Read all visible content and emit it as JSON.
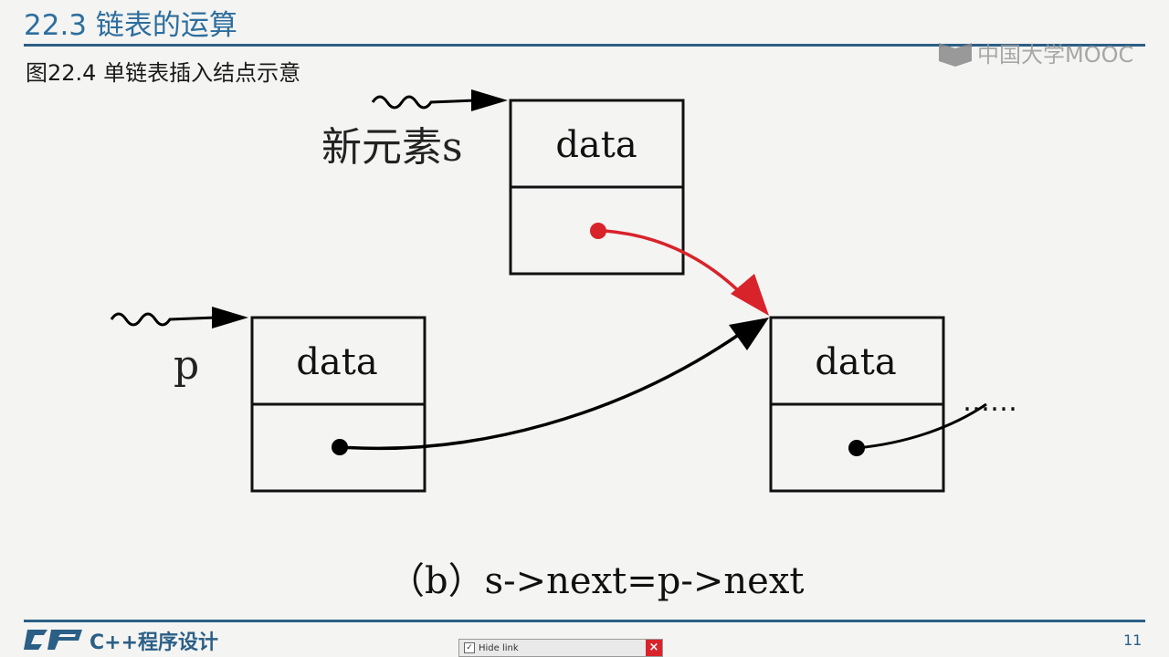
{
  "header": {
    "title": "22.3 链表的运算",
    "figure_caption": "图22.4 单链表插入结点示意",
    "watermark": "中国大学MOOC"
  },
  "diagram": {
    "pointer_labels": {
      "new_node": "新元素s",
      "current_node": "p"
    },
    "nodes": [
      {
        "id": "s",
        "field": "data"
      },
      {
        "id": "p",
        "field": "data"
      },
      {
        "id": "next",
        "field": "data"
      }
    ],
    "continuation": "……",
    "caption": "（b）s->next=p->next",
    "colors": {
      "highlight_link": "#d8232a",
      "link": "#000000"
    }
  },
  "footer": {
    "course": "C++程序设计",
    "page_number": "11"
  },
  "overlay": {
    "hide_link_label": "Hide link"
  }
}
